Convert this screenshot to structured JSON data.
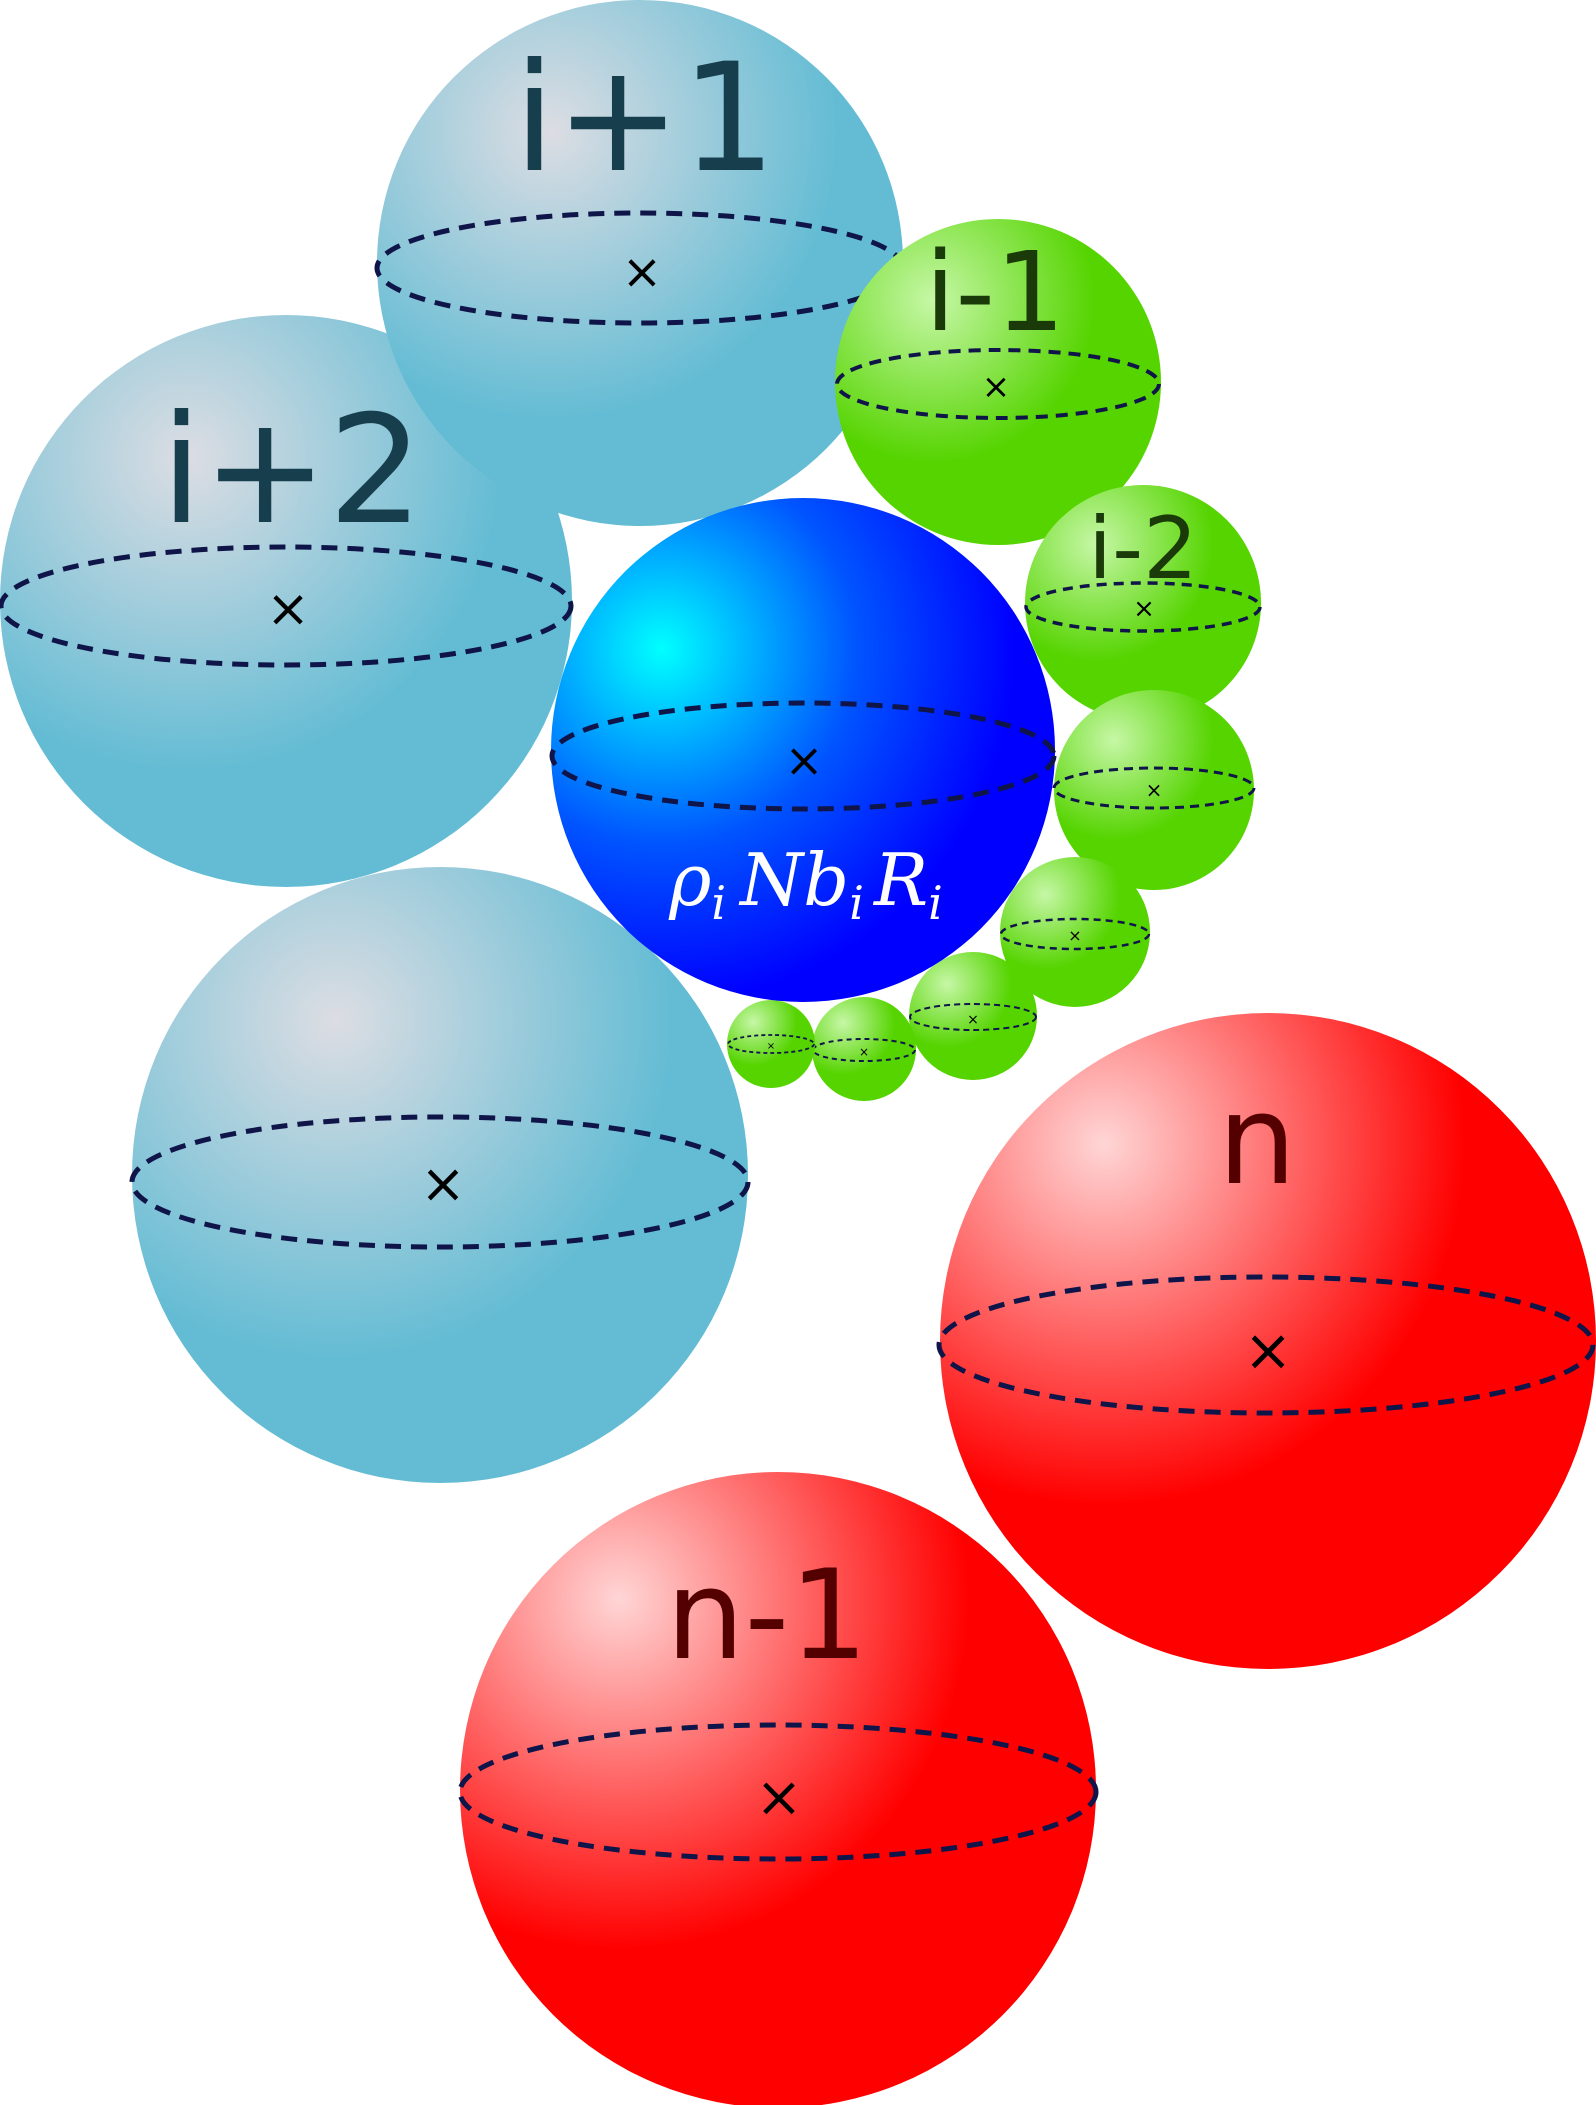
{
  "labels": {
    "i_plus_1": "i+1",
    "i_plus_2": "i+2",
    "i_minus_1": "i-1",
    "i_minus_2": "i-2",
    "n": "n",
    "n_minus_1": "n-1"
  },
  "central_formula": {
    "rho": "ρ",
    "sub1": "i",
    "nb": "Nb",
    "sub2": "i",
    "r": "R",
    "sub3": "i"
  },
  "center_marker": "×",
  "colors": {
    "light_blue": "#63bcd4",
    "light_blue_highlight": "#dcdde3",
    "blue": "#0000ff",
    "blue_highlight": "#00ffff",
    "green": "#55d400",
    "green_highlight": "#c6f7a6",
    "red": "#ff0000",
    "red_highlight": "#ffd5d5",
    "dashed_equator": "#0f1449",
    "label_dark_teal": "#173e4d",
    "label_dark_green": "#1a3a0a",
    "label_dark_red": "#550000",
    "formula_text": "#ffffff"
  }
}
